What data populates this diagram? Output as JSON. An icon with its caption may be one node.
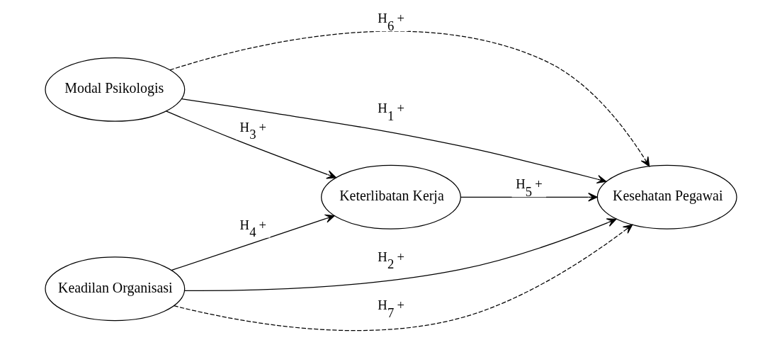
{
  "diagram": {
    "nodes": [
      {
        "text": [
          "Modal Psikologis"
        ]
      },
      {
        "text": [
          "Keterlibatan Kerja"
        ]
      },
      {
        "text": [
          "Kesehatan Pegawai"
        ]
      },
      {
        "text": [
          "Keadilan Organisasi"
        ]
      }
    ],
    "edges": [
      {
        "from": 0,
        "to": 2,
        "arrow": "to",
        "label": "H$_{6}$ +",
        "style": "dashed"
      },
      {
        "from": 0,
        "to": 2,
        "arrow": "to",
        "label": "H$_{1}$ +"
      },
      {
        "from": 0,
        "to": 1,
        "arrow": "to",
        "label": "H$_{3}$ +"
      },
      {
        "from": 1,
        "to": 2,
        "arrow": "to",
        "label": "H$_{5}$ +"
      },
      {
        "from": 3,
        "to": 1,
        "arrow": "to",
        "label": "H$_{4}$ +"
      },
      {
        "from": 3,
        "to": 2,
        "arrow": "to",
        "label": "H$_{2}$ +"
      },
      {
        "from": 3,
        "to": 2,
        "arrow": "to",
        "label": "H$_{7}$ +",
        "style": "dashed"
      }
    ]
  }
}
